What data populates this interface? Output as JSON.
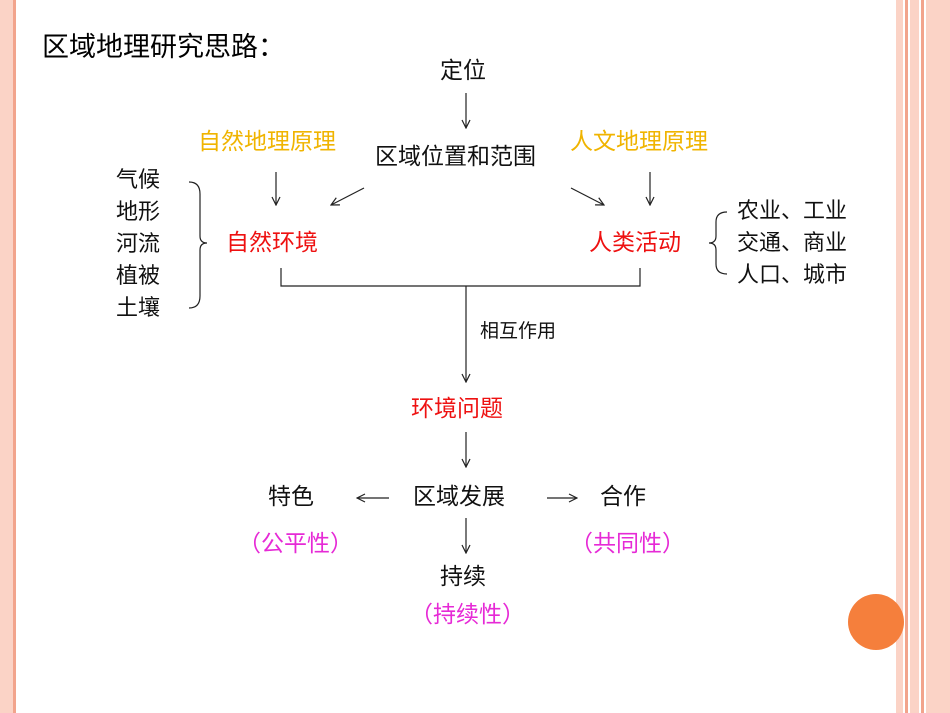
{
  "title": "区域地理研究思路：",
  "diagram": {
    "positioning": "定位",
    "location_scope": "区域位置和范围",
    "physical_principles": "自然地理原理",
    "human_principles": "人文地理原理",
    "natural_environment": "自然环境",
    "human_activities": "人类活动",
    "natural_factors": [
      "气候",
      "地形",
      "河流",
      "植被",
      "土壤"
    ],
    "human_factors": [
      "农业、工业",
      "交通、商业",
      "人口、城市"
    ],
    "interaction": "相互作用",
    "environmental_problems": "环境问题",
    "regional_development": "区域发展",
    "characteristics": "特色",
    "characteristics_note": "（公平性）",
    "cooperation": "合作",
    "cooperation_note": "（共同性）",
    "sustainability": "持续",
    "sustainability_note": "（持续性）"
  },
  "colors": {
    "principle_text": "#f0b400",
    "core_text": "#ee1111",
    "note_text": "#e62ad6",
    "accent_circle": "#f57f3c",
    "border_stripes": "#fbd3c6"
  }
}
